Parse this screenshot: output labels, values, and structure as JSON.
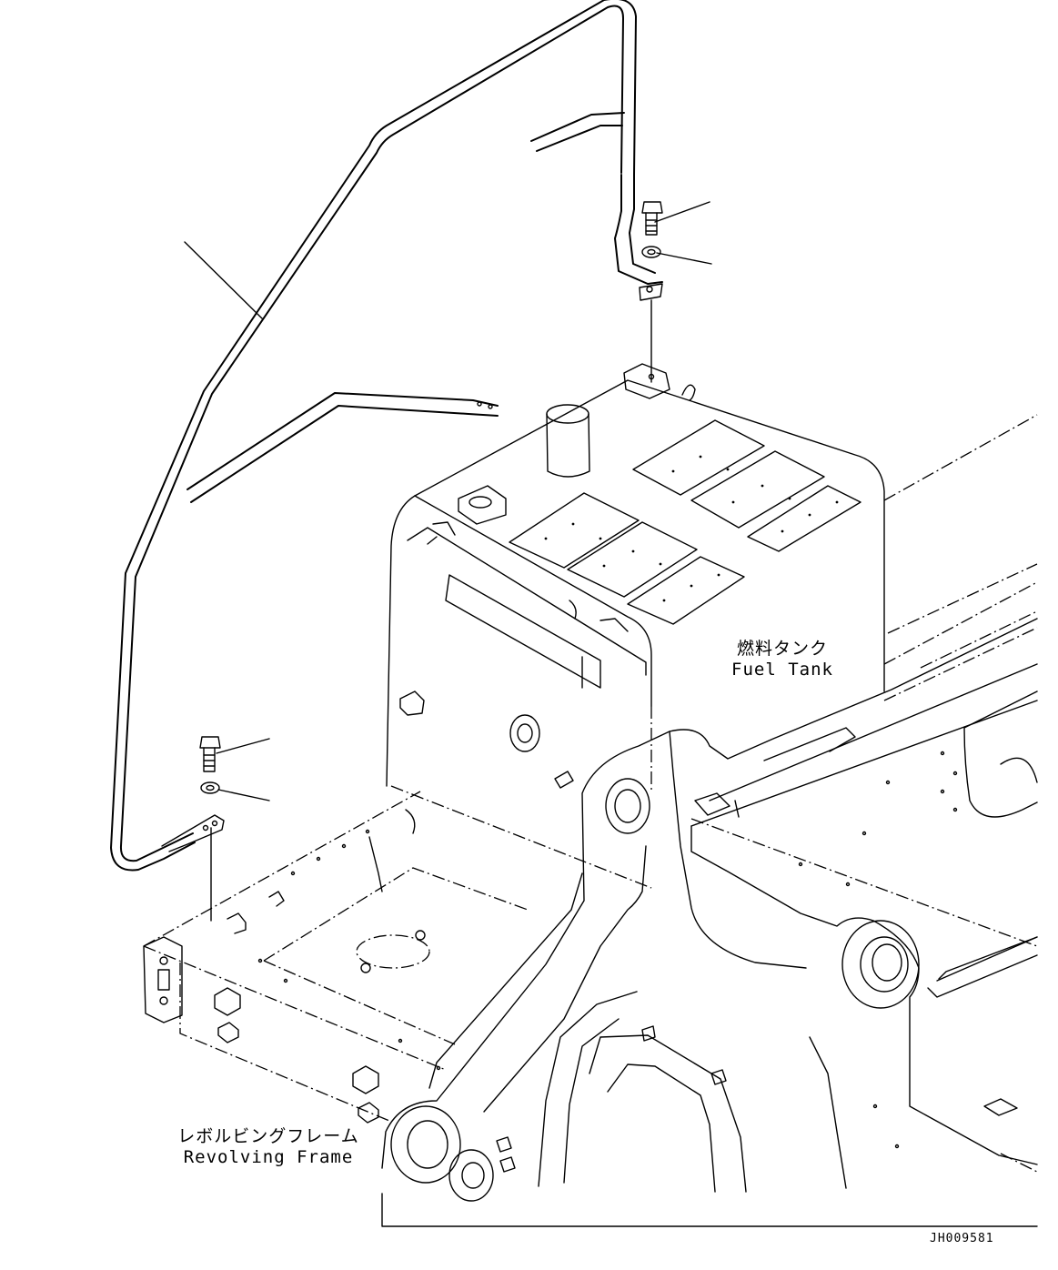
{
  "labels": {
    "fuel_tank": {
      "ja": "燃料タンク",
      "en": "Fuel Tank"
    },
    "revolving_frame": {
      "ja": "レボルビングフレーム",
      "en": "Revolving Frame"
    }
  },
  "drawing_code": "JH009581"
}
